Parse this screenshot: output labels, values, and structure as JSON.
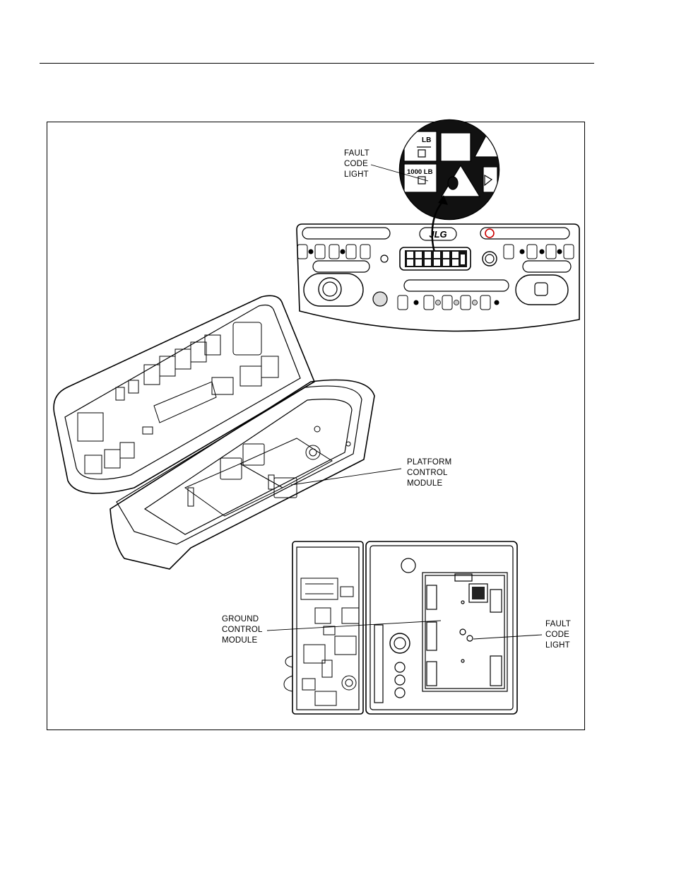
{
  "figure": {
    "labels": {
      "fault_top": "FAULT\nCODE\nLIGHT",
      "platform": "PLATFORM\nCONTROL\nMODULE",
      "ground": "GROUND\nCONTROL\nMODULE",
      "fault_ground": "FAULT\nCODE\nLIGHT"
    },
    "zoom_text": {
      "capacity_upper": "LB",
      "capacity_lower": "1000 LB"
    },
    "logo_text": "JLG"
  }
}
